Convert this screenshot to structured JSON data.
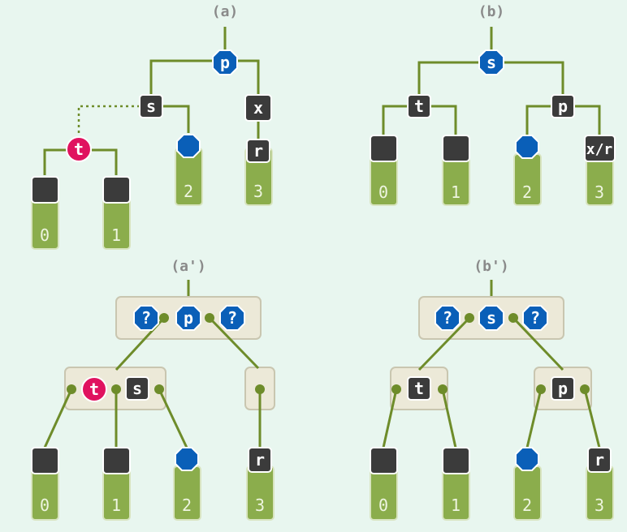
{
  "panels": {
    "a": {
      "title": "(a)",
      "root": "p",
      "left": "s",
      "right": "x",
      "left_child_node": "t",
      "right_child_node": "r",
      "leaves": [
        "0",
        "1",
        "2",
        "3"
      ]
    },
    "b": {
      "title": "(b)",
      "root": "s",
      "left": "t",
      "right": "p",
      "right_right_label": "x/r",
      "leaves": [
        "0",
        "1",
        "2",
        "3"
      ]
    },
    "a2": {
      "title": "(a')",
      "question": "?",
      "root": "p",
      "left_red": "t",
      "left_black": "s",
      "right_black": "r",
      "leaves": [
        "0",
        "1",
        "2",
        "3"
      ]
    },
    "b2": {
      "title": "(b')",
      "question": "?",
      "root": "s",
      "left": "t",
      "right": "p",
      "right_right_label": "r",
      "leaves": [
        "0",
        "1",
        "2",
        "3"
      ]
    }
  },
  "colors": {
    "background": "#e8f6ef",
    "edge_green": "#6e8c2a",
    "blue_node": "#0a5fb8",
    "red_node": "#e0125f",
    "black_node": "#3b3b3b",
    "leaf_green": "#8bad4c",
    "group_box": "#ece9d8"
  },
  "icons": {
    "blue": "octagon-icon",
    "red": "circle-icon",
    "black": "rounded-square-icon"
  }
}
